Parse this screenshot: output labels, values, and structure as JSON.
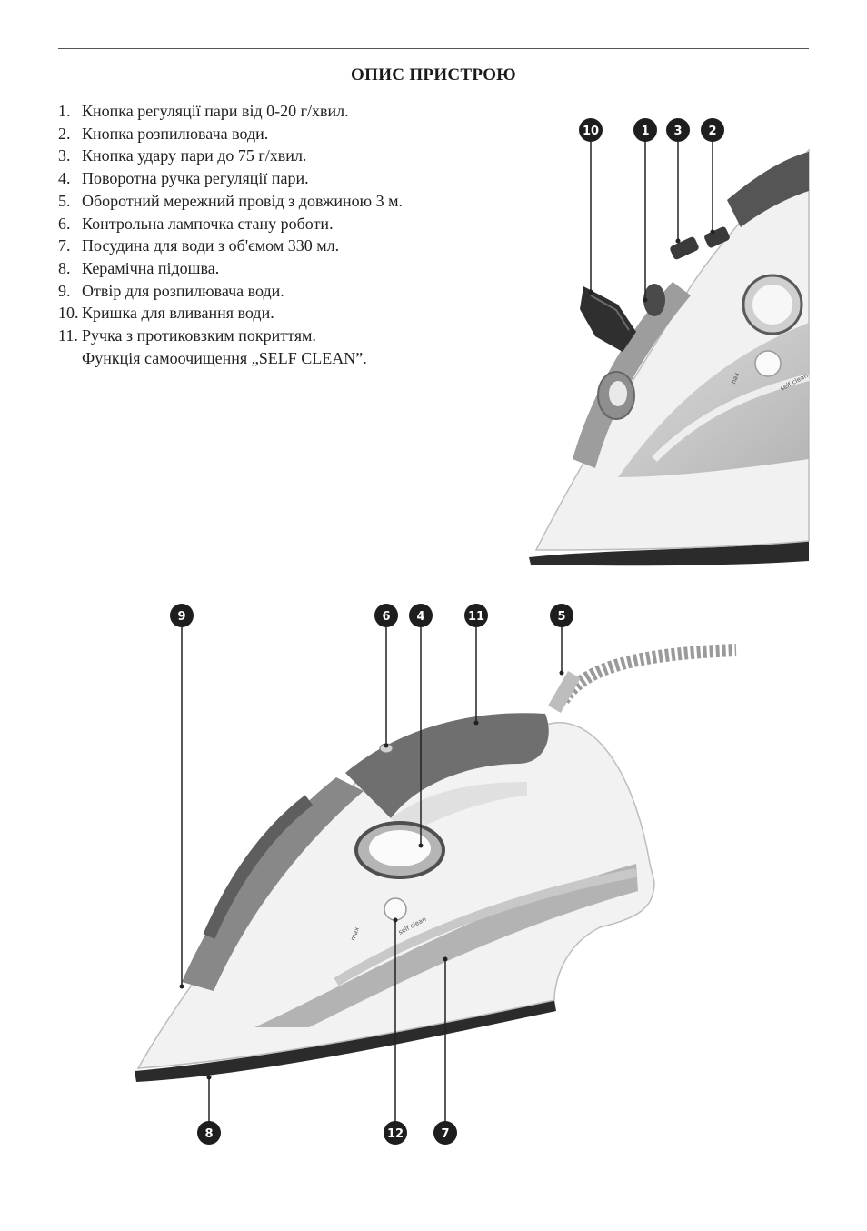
{
  "header": {
    "title": "ОПИС ПРИСТРОЮ"
  },
  "parts": [
    {
      "num": "1.",
      "text": "Кнопка регуляції пари від 0-20 г/хвил."
    },
    {
      "num": "2.",
      "text": "Кнопка розпилювача води."
    },
    {
      "num": "3.",
      "text": "Кнопка удару пари до 75 г/хвил."
    },
    {
      "num": "4.",
      "text": "Поворотна ручка регуляції пари."
    },
    {
      "num": "5.",
      "text": "Оборотний мережний провід з довжиною 3 м."
    },
    {
      "num": "6.",
      "text": "Контрольна лампочка стану роботи."
    },
    {
      "num": "7.",
      "text": "Посудина для води з об'ємом 330 мл."
    },
    {
      "num": "8.",
      "text": "Керамічна підошва."
    },
    {
      "num": "9.",
      "text": "Отвір для розпилювача води."
    },
    {
      "num": "10.",
      "text": "Кришка для вливання води."
    },
    {
      "num": "11.",
      "text": "Ручка з протиковзким покриттям."
    }
  ],
  "extra_line": "Функція самоочищення „SELF CLEAN”.",
  "callouts_top": [
    "10",
    "1",
    "3",
    "2"
  ],
  "callouts_bottom": [
    "9",
    "6",
    "4",
    "11",
    "5",
    "8",
    "12",
    "7"
  ],
  "iron_labels": {
    "max": "max",
    "self_clean": "self clean"
  }
}
